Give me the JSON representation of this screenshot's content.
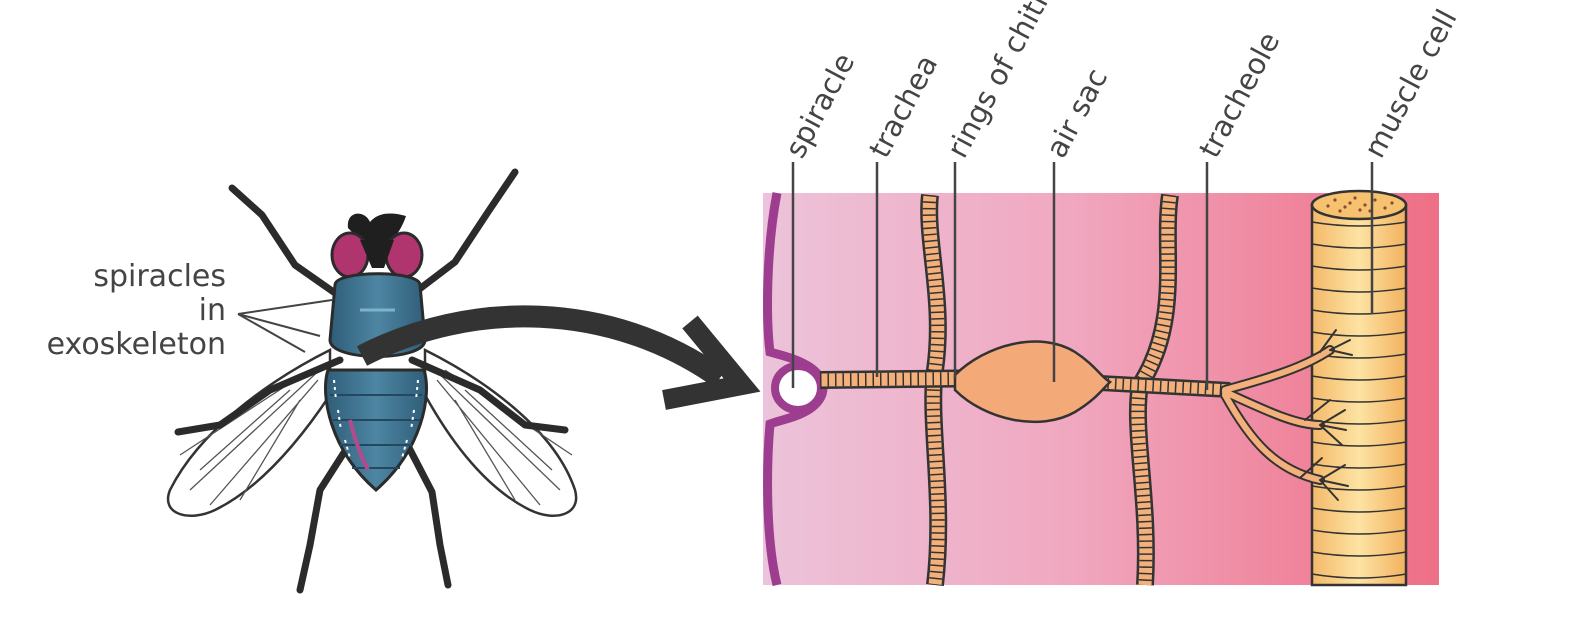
{
  "fly_panel": {
    "callout_lines": [
      "spiracles",
      "in",
      "exoskeleton"
    ]
  },
  "section_panel": {
    "labels": {
      "spiracle": "spiracle",
      "trachea": "trachea",
      "rings": "rings of chitin",
      "air_sac": "air sac",
      "tracheole": "tracheole",
      "muscle_cell": "muscle cell"
    }
  },
  "colors": {
    "body_wall": "#9c3d8f",
    "tissue_left": "#e9b7d3",
    "tissue_right": "#ee6f86",
    "trachea_fill": "#f3b07a",
    "air_sac_fill": "#f4a978",
    "muscle_fill": "#f9cf7a",
    "fly_body": "#3d6f8a",
    "fly_eye": "#b0356f",
    "label_text": "#444444",
    "leader_line": "#444444",
    "arrow": "#333333"
  }
}
